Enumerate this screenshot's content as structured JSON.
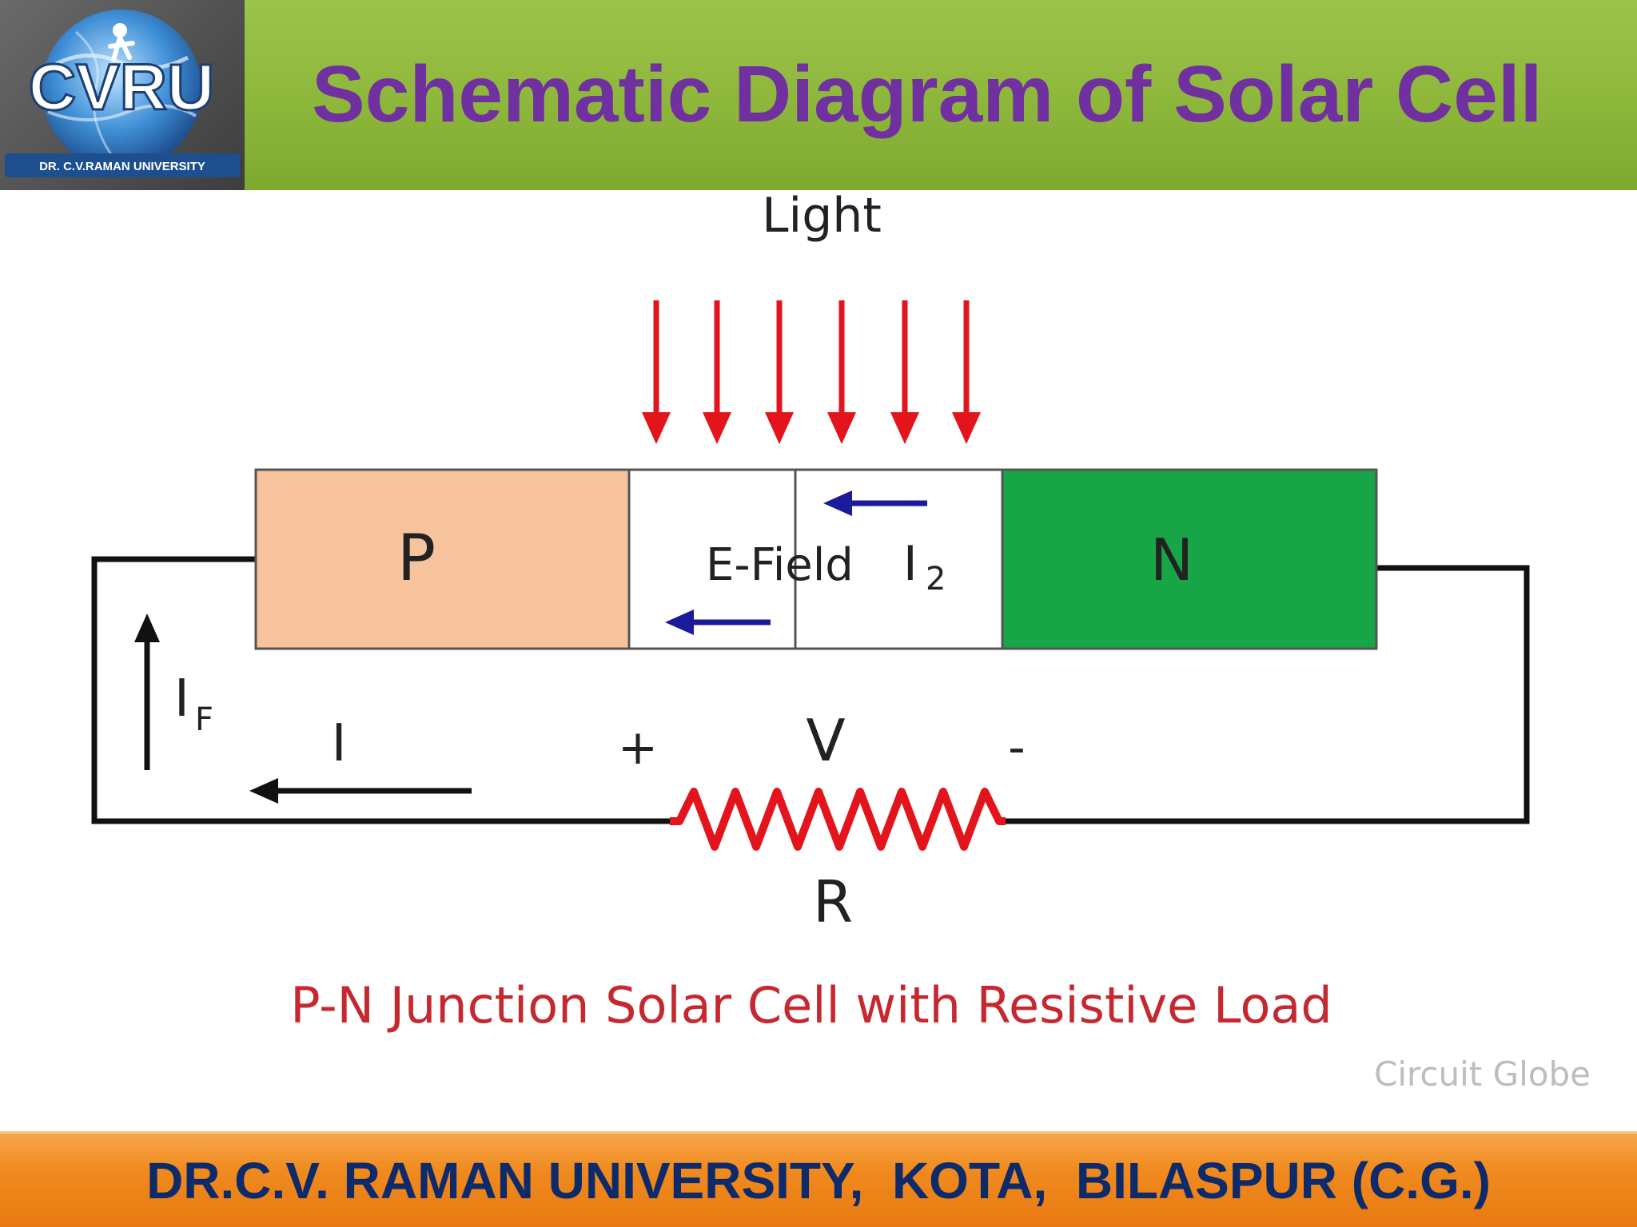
{
  "header": {
    "title": "Schematic Diagram of Solar Cell",
    "logo_text": "CVRU",
    "logo_subtext": "DR. C.V.RAMAN UNIVERSITY"
  },
  "diagram": {
    "light_label": "Light",
    "p_label": "P",
    "n_label": "N",
    "efield_label": "E-Field",
    "i2_label": "I",
    "i2_sub": "2",
    "if_label": "I",
    "if_sub": "F",
    "i_label": "I",
    "plus_label": "+",
    "minus_label": "-",
    "v_label": "V",
    "r_label": "R",
    "caption": "P-N Junction Solar Cell with Resistive Load",
    "watermark": "Circuit Globe"
  },
  "colors": {
    "title": "#7030a0",
    "p_region": "#f6c39d",
    "n_region": "#18a548",
    "light_arrow": "#e3141c",
    "field_arrow": "#1a1a9a",
    "resistor": "#e3141c",
    "caption": "#c5282f",
    "footer_text": "#0d2a6b"
  },
  "footer": {
    "text": "DR.C.V. RAMAN UNIVERSITY,  KOTA,  BILASPUR (C.G.)"
  }
}
